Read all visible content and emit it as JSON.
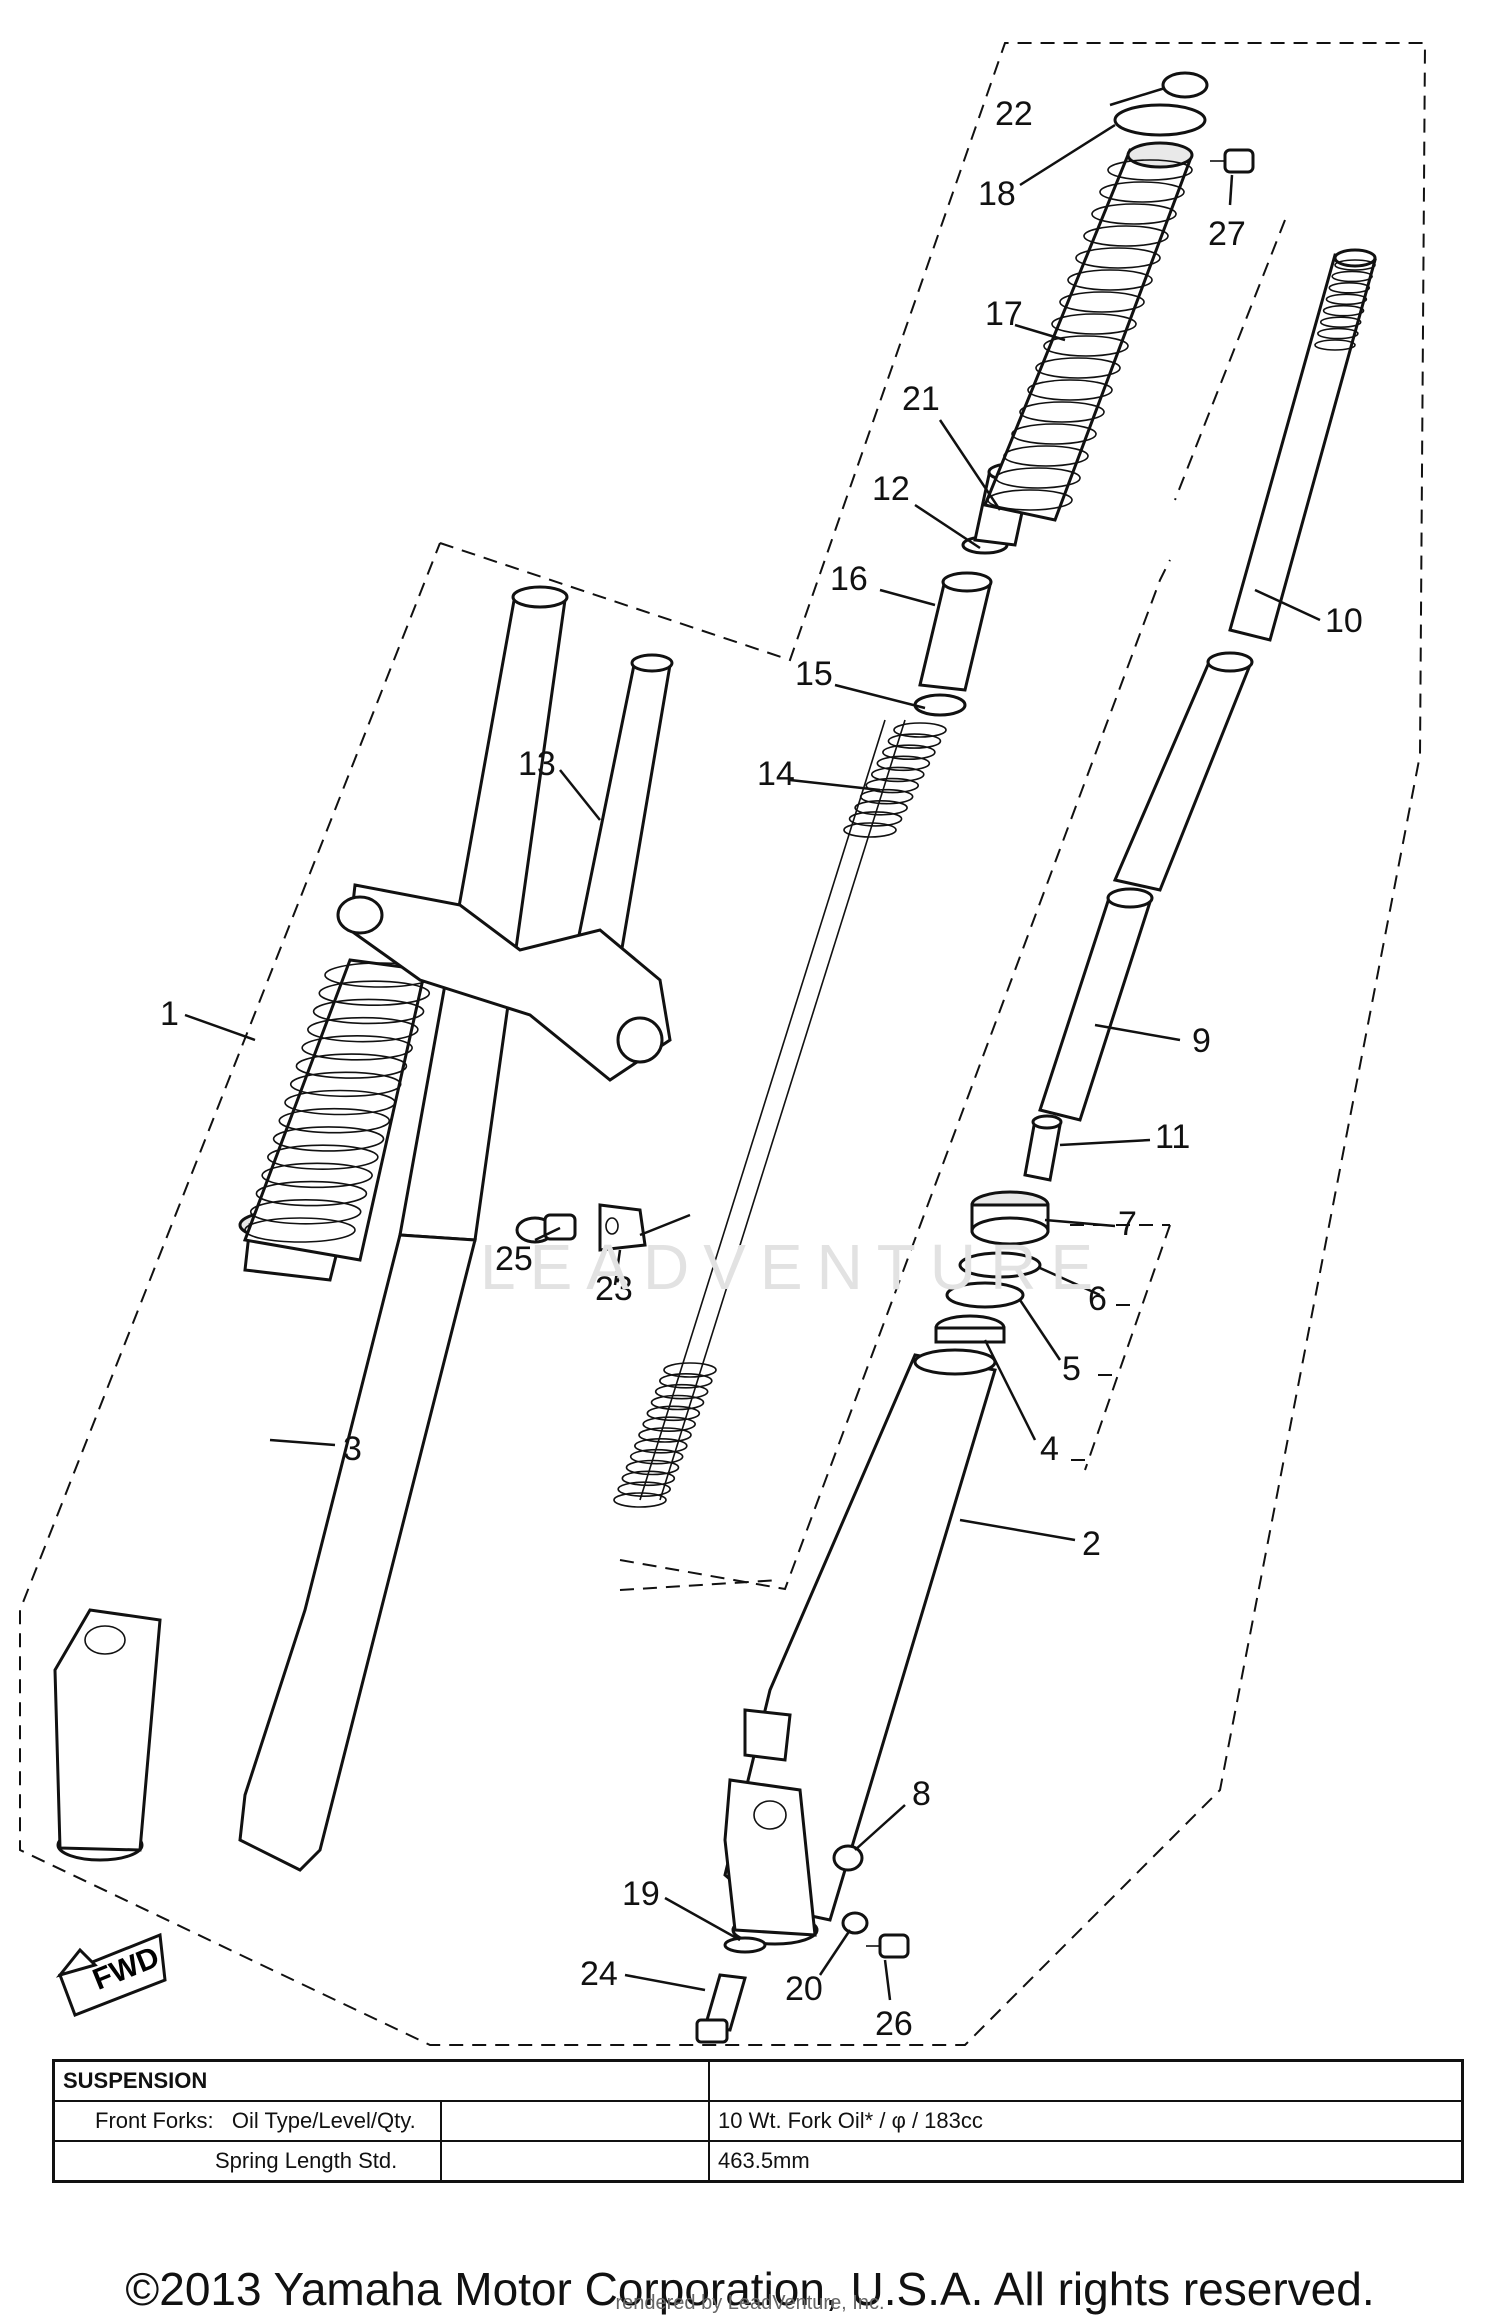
{
  "callouts": {
    "n1": "1",
    "n2": "2",
    "n3": "3",
    "n4": "4",
    "n5": "5",
    "n6": "6",
    "n7": "7",
    "n8": "8",
    "n9": "9",
    "n10": "10",
    "n11": "11",
    "n12": "12",
    "n13": "13",
    "n14": "14",
    "n15": "15",
    "n16": "16",
    "n17": "17",
    "n18": "18",
    "n19": "19",
    "n20": "20",
    "n21": "21",
    "n22": "22",
    "n23": "23",
    "n24": "24",
    "n25": "25",
    "n26": "26",
    "n27": "27"
  },
  "fwd_badge": "FWD",
  "watermark": "LEADVENTURE",
  "spec_table": {
    "title": "SUSPENSION",
    "row1_label": "Front Forks:",
    "row1_item": "Oil Type/Level/Qty.",
    "row1_value": "10 Wt. Fork Oil* / φ / 183cc",
    "row2_item": "Spring Length Std.",
    "row2_value": "463.5mm"
  },
  "copyright": "©2013 Yamaha Motor Corporation, U.S.A. All rights reserved.",
  "rendered_by": "rendered by LeadVenture, Inc."
}
